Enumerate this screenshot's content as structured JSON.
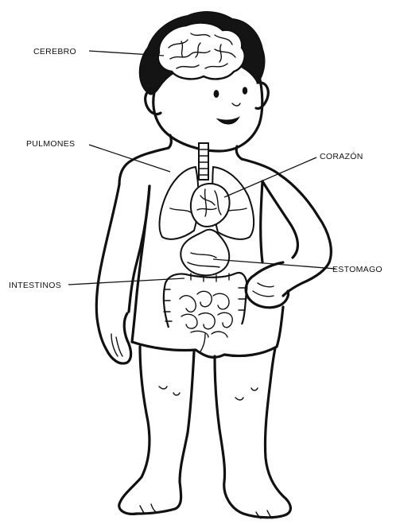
{
  "labels": {
    "brain": "CEREBRO",
    "lungs": "PULMONES",
    "heart": "CORAZÓN",
    "stomach": "ESTOMAGO",
    "intestines": "INTESTINOS"
  },
  "colors": {
    "ink": "#111111",
    "hair": "#141414",
    "background": "#ffffff"
  }
}
